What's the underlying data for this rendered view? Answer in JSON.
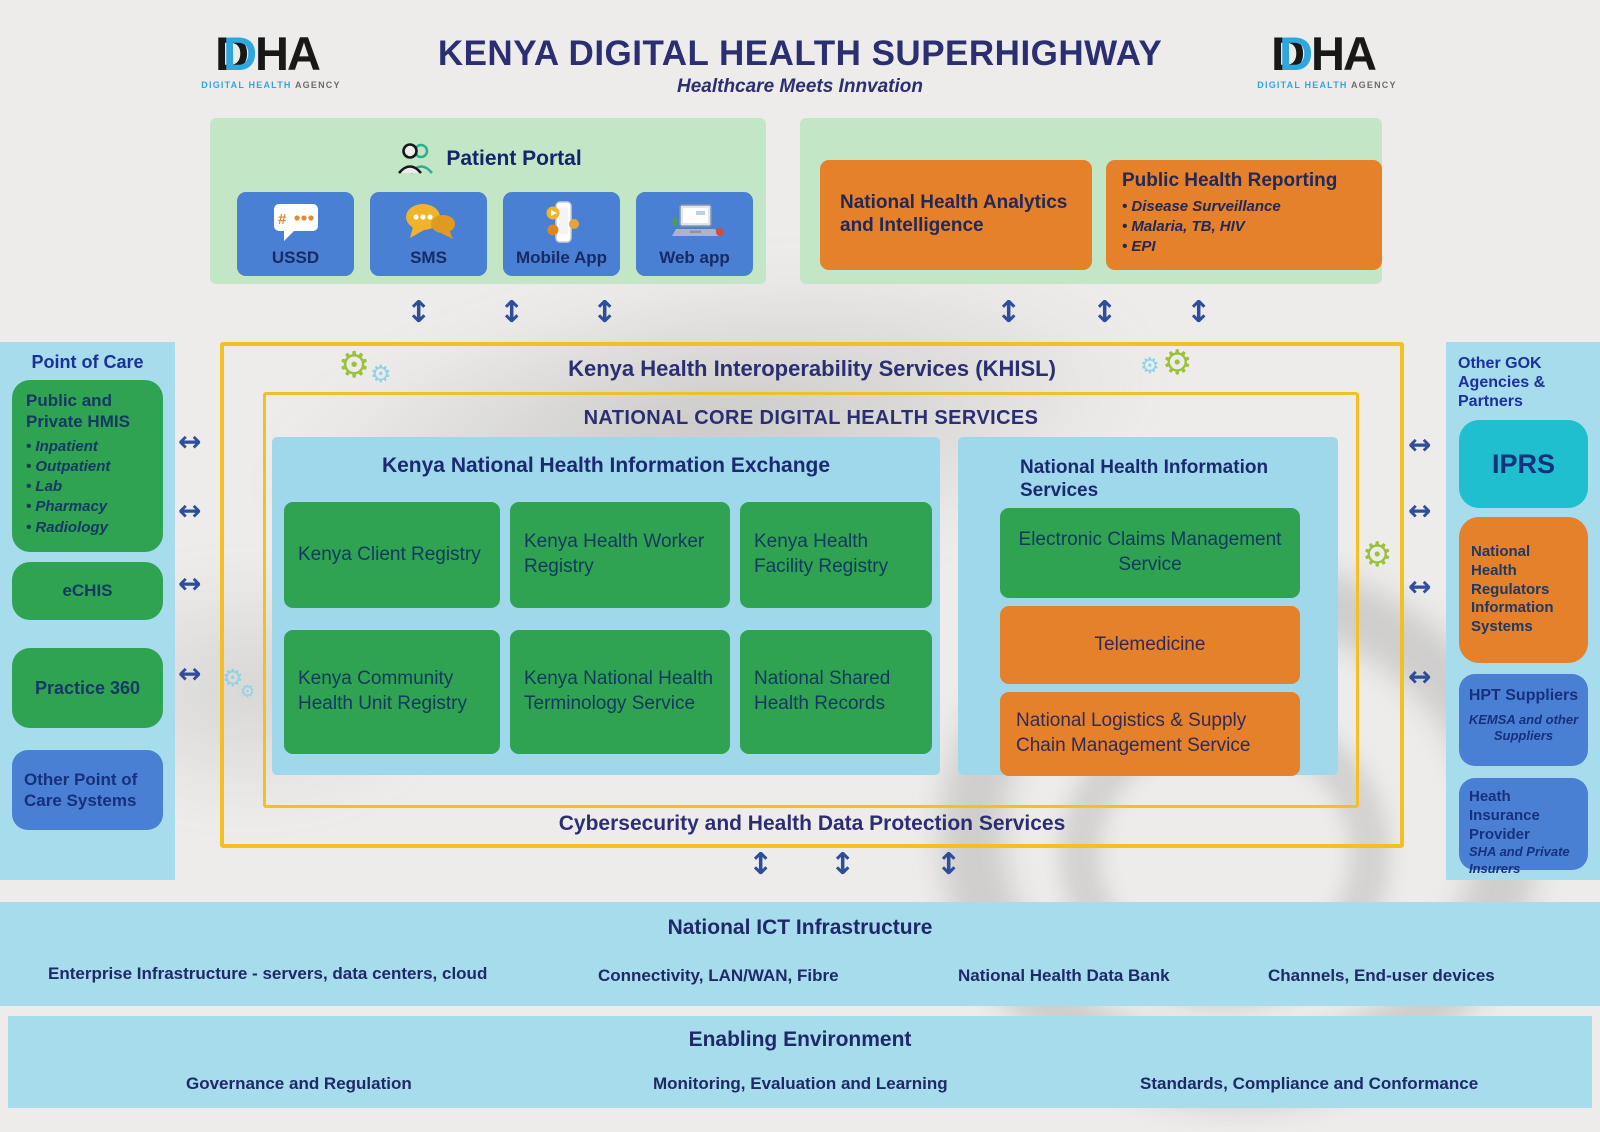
{
  "header": {
    "title": "KENYA DIGITAL HEALTH SUPERHIGHWAY",
    "subtitle": "Healthcare Meets Innvation",
    "logo": {
      "acronym_first": "D",
      "acronym_rest": "HA",
      "tagline_blue": "DIGITAL HEALTH",
      "tagline_gray": "AGENCY"
    }
  },
  "patient_portal": {
    "title": "Patient Portal",
    "channels": [
      {
        "label": "USSD",
        "icon": "ussd-chat-icon"
      },
      {
        "label": "SMS",
        "icon": "sms-bubbles-icon"
      },
      {
        "label": "Mobile App",
        "icon": "mobile-phone-icon"
      },
      {
        "label": "Web app",
        "icon": "laptop-icon"
      }
    ]
  },
  "analytics_reporting": {
    "analytics_label": "National Health Analytics and Intelligence",
    "reporting": {
      "title": "Public Health Reporting",
      "bullets": [
        "Disease Surveillance",
        "Malaria, TB, HIV",
        "EPI"
      ]
    }
  },
  "khisl": {
    "title": "Kenya Health Interoperability Services (KHISL)"
  },
  "core_services": {
    "title": "NATIONAL CORE DIGITAL HEALTH SERVICES",
    "knhie": {
      "title": "Kenya National Health Information Exchange",
      "registries": [
        "Kenya Client Registry",
        "Kenya Health Worker Registry",
        "Kenya Health Facility Registry",
        "Kenya Community Health Unit Registry",
        "Kenya National Health Terminology Service",
        "National Shared Health Records"
      ]
    },
    "nhis": {
      "title": "National Health Information Services",
      "services": [
        "Electronic Claims Management Service",
        "Telemedicine",
        "National Logistics & Supply Chain Management Service"
      ]
    },
    "cybersecurity_label": "Cybersecurity and Health Data Protection Services"
  },
  "point_of_care": {
    "title": "Point of Care",
    "hmis": {
      "label": "Public and Private HMIS",
      "bullets": [
        "Inpatient",
        "Outpatient",
        "Lab",
        "Pharmacy",
        "Radiology"
      ]
    },
    "echis_label": "eCHIS",
    "practice360_label": "Practice 360",
    "other_label": "Other Point of Care Systems"
  },
  "gok_partners": {
    "title": "Other GOK Agencies & Partners",
    "iprs_label": "IPRS",
    "regulators_label": "National Health Regulators Information Systems",
    "hpt": {
      "label": "HPT Suppliers",
      "sub": "KEMSA and other Suppliers"
    },
    "insurance": {
      "label": "Heath Insurance Provider",
      "sub": "SHA and Private Insurers"
    }
  },
  "ict": {
    "title": "National ICT Infrastructure",
    "items": [
      "Enterprise Infrastructure - servers, data centers, cloud",
      "Connectivity, LAN/WAN, Fibre",
      "National Health Data Bank",
      "Channels, End-user devices"
    ]
  },
  "enabling": {
    "title": "Enabling Environment",
    "items": [
      "Governance and Regulation",
      "Monitoring, Evaluation and Learning",
      "Standards, Compliance and Conformance"
    ]
  },
  "icons": {
    "v_arrow": "↕",
    "h_arrow": "↔",
    "gear": "⚙"
  },
  "colors": {
    "gold_border": "#F2C121",
    "light_green": "#C3E6C6",
    "panel_blue": "#9ED8EA",
    "sidebar_blue": "#A6DCEC",
    "green_box": "#2FA351",
    "orange_box": "#E5802B",
    "blue_box": "#4A80D3",
    "teal_box": "#1FBFD0",
    "navy_text": "#1D2A66",
    "arrow_blue": "#2E4D9B"
  }
}
